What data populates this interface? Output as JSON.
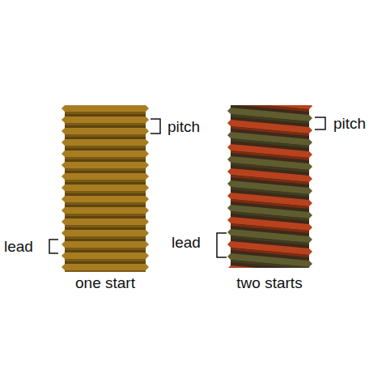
{
  "diagram": {
    "labels": [
      "pitch",
      "lead",
      "one start",
      "pitch",
      "lead",
      "two starts"
    ]
  }
}
